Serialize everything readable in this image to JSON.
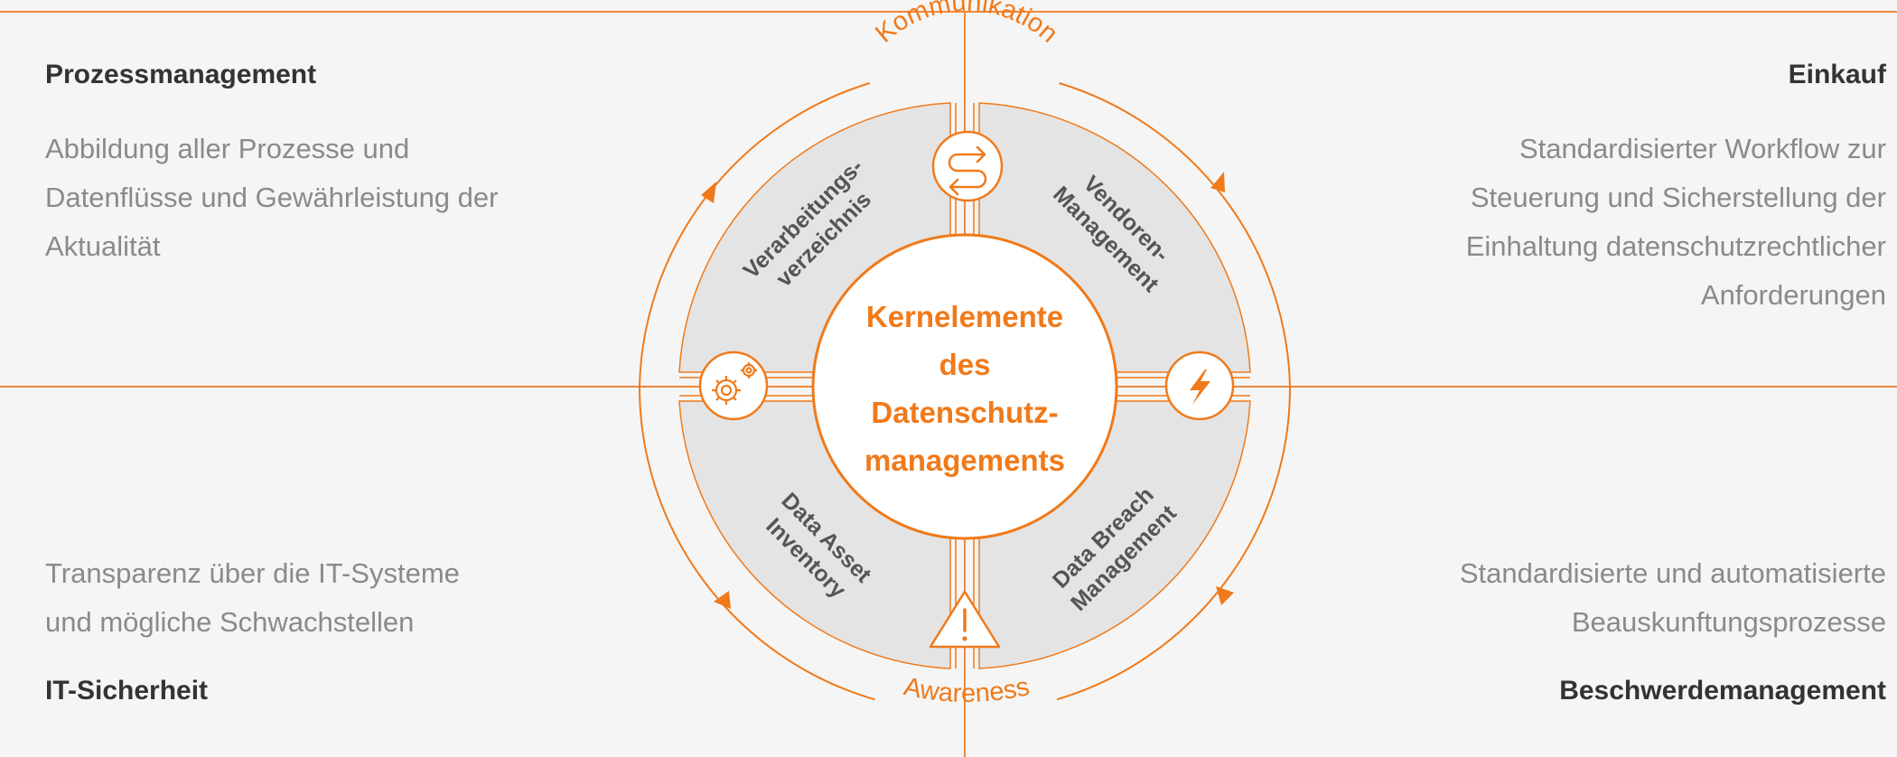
{
  "quadrants": {
    "top_left": {
      "heading": "Prozessmanagement",
      "lines": [
        "Abbildung aller Prozesse und",
        "Datenflüsse und Gewährleistung der",
        "Aktualität"
      ]
    },
    "top_right": {
      "heading": "Einkauf",
      "lines": [
        "Standardisierter Workflow zur",
        "Steuerung und Sicherstellung der",
        "Einhaltung datenschutzrechtlicher",
        "Anforderungen"
      ]
    },
    "bottom_left": {
      "heading": "IT-Sicherheit",
      "lines": [
        "Transparenz über die IT-Systeme",
        "und mögliche Schwachstellen"
      ]
    },
    "bottom_right": {
      "heading": "Beschwerdemanagement",
      "lines": [
        "Standardisierte und automatisierte",
        "Beauskunftungsprozesse"
      ]
    }
  },
  "ring": {
    "top_label": "Kommunikation",
    "bottom_label": "Awareness"
  },
  "center": {
    "lines": [
      "Kernelemente",
      "des",
      "Datenschutz-",
      "managements"
    ]
  },
  "segments": {
    "top_left": [
      "Verarbeitungs-",
      "verzeichnis"
    ],
    "top_right": [
      "Vendoren-",
      "Management"
    ],
    "bottom_left": [
      "Data Asset",
      "Inventory"
    ],
    "bottom_right": [
      "Data Breach",
      "Management"
    ]
  },
  "icons": {
    "top": "swap-arrows-icon",
    "left": "gears-icon",
    "right": "lightning-icon",
    "bottom": "warning-triangle-icon"
  },
  "colors": {
    "accent": "#f07a1a",
    "segment_fill": "#e4e4e4",
    "background": "#f5f5f5",
    "heading": "#333333",
    "body_text": "#8a8a8a"
  }
}
